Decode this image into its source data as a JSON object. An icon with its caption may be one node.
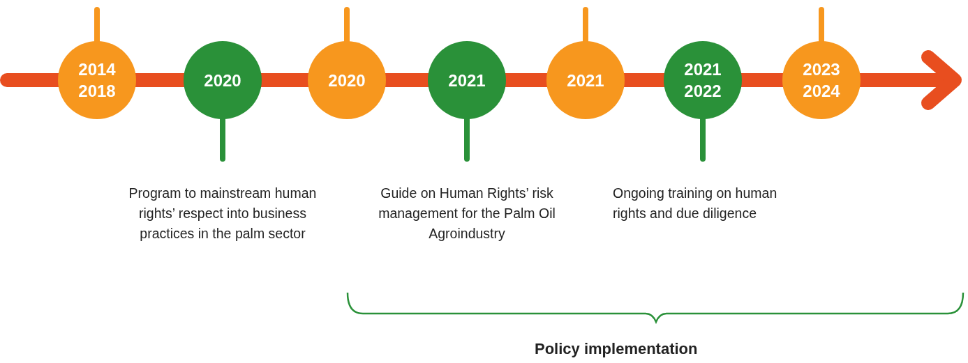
{
  "diagram": {
    "nodes": [
      {
        "text": [
          "2014 2018"
        ]
      },
      {
        "text": [
          "2020"
        ]
      },
      {
        "text": [
          "2020"
        ]
      },
      {
        "text": [
          "2021"
        ]
      },
      {
        "text": [
          "2021"
        ]
      },
      {
        "text": [
          "2021 2022"
        ]
      },
      {
        "text": [
          "2023 2024"
        ]
      }
    ],
    "labels": [
      "Program to mainstream human rights’ respect into business practices in the palm sector",
      "Guide on Human Rights’ risk management for the Palm Oil Agroindustry",
      "Ongoing training on human rights and due diligence",
      "Policy implementation"
    ]
  }
}
